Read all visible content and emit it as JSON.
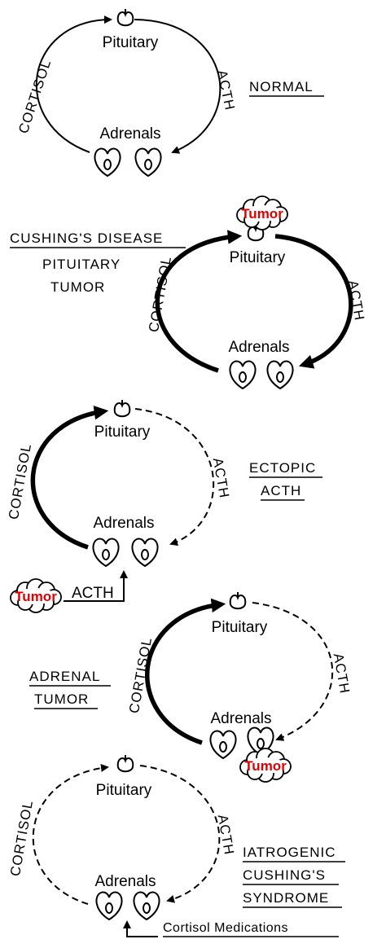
{
  "labels": {
    "pituitary": "Pituitary",
    "adrenals": "Adrenals",
    "cortisol": "CORTISOL",
    "acth": "ACTH",
    "tumor": "Tumor"
  },
  "panels": {
    "normal": {
      "title": "NORMAL"
    },
    "cushings_disease": {
      "title": "CUSHING'S DISEASE",
      "subtitle_line1": "PITUITARY",
      "subtitle_line2": "TUMOR"
    },
    "ectopic": {
      "title_line1": "ECTOPIC",
      "title_line2": "ACTH",
      "source_label": "ACTH"
    },
    "adrenal_tumor": {
      "title_line1": "ADRENAL",
      "title_line2": "TUMOR"
    },
    "iatrogenic": {
      "title_line1": "IATROGENIC",
      "title_line2": "CUSHING'S",
      "title_line3": "SYNDROME",
      "source_label": "Cortisol Medications"
    }
  },
  "colors": {
    "tumor_text": "#e00000",
    "line": "#000000",
    "background": "#ffffff"
  },
  "icons": {
    "pituitary": "pituitary-gland-icon",
    "adrenal": "adrenal-gland-icon",
    "tumor": "tumor-cloud-icon"
  }
}
